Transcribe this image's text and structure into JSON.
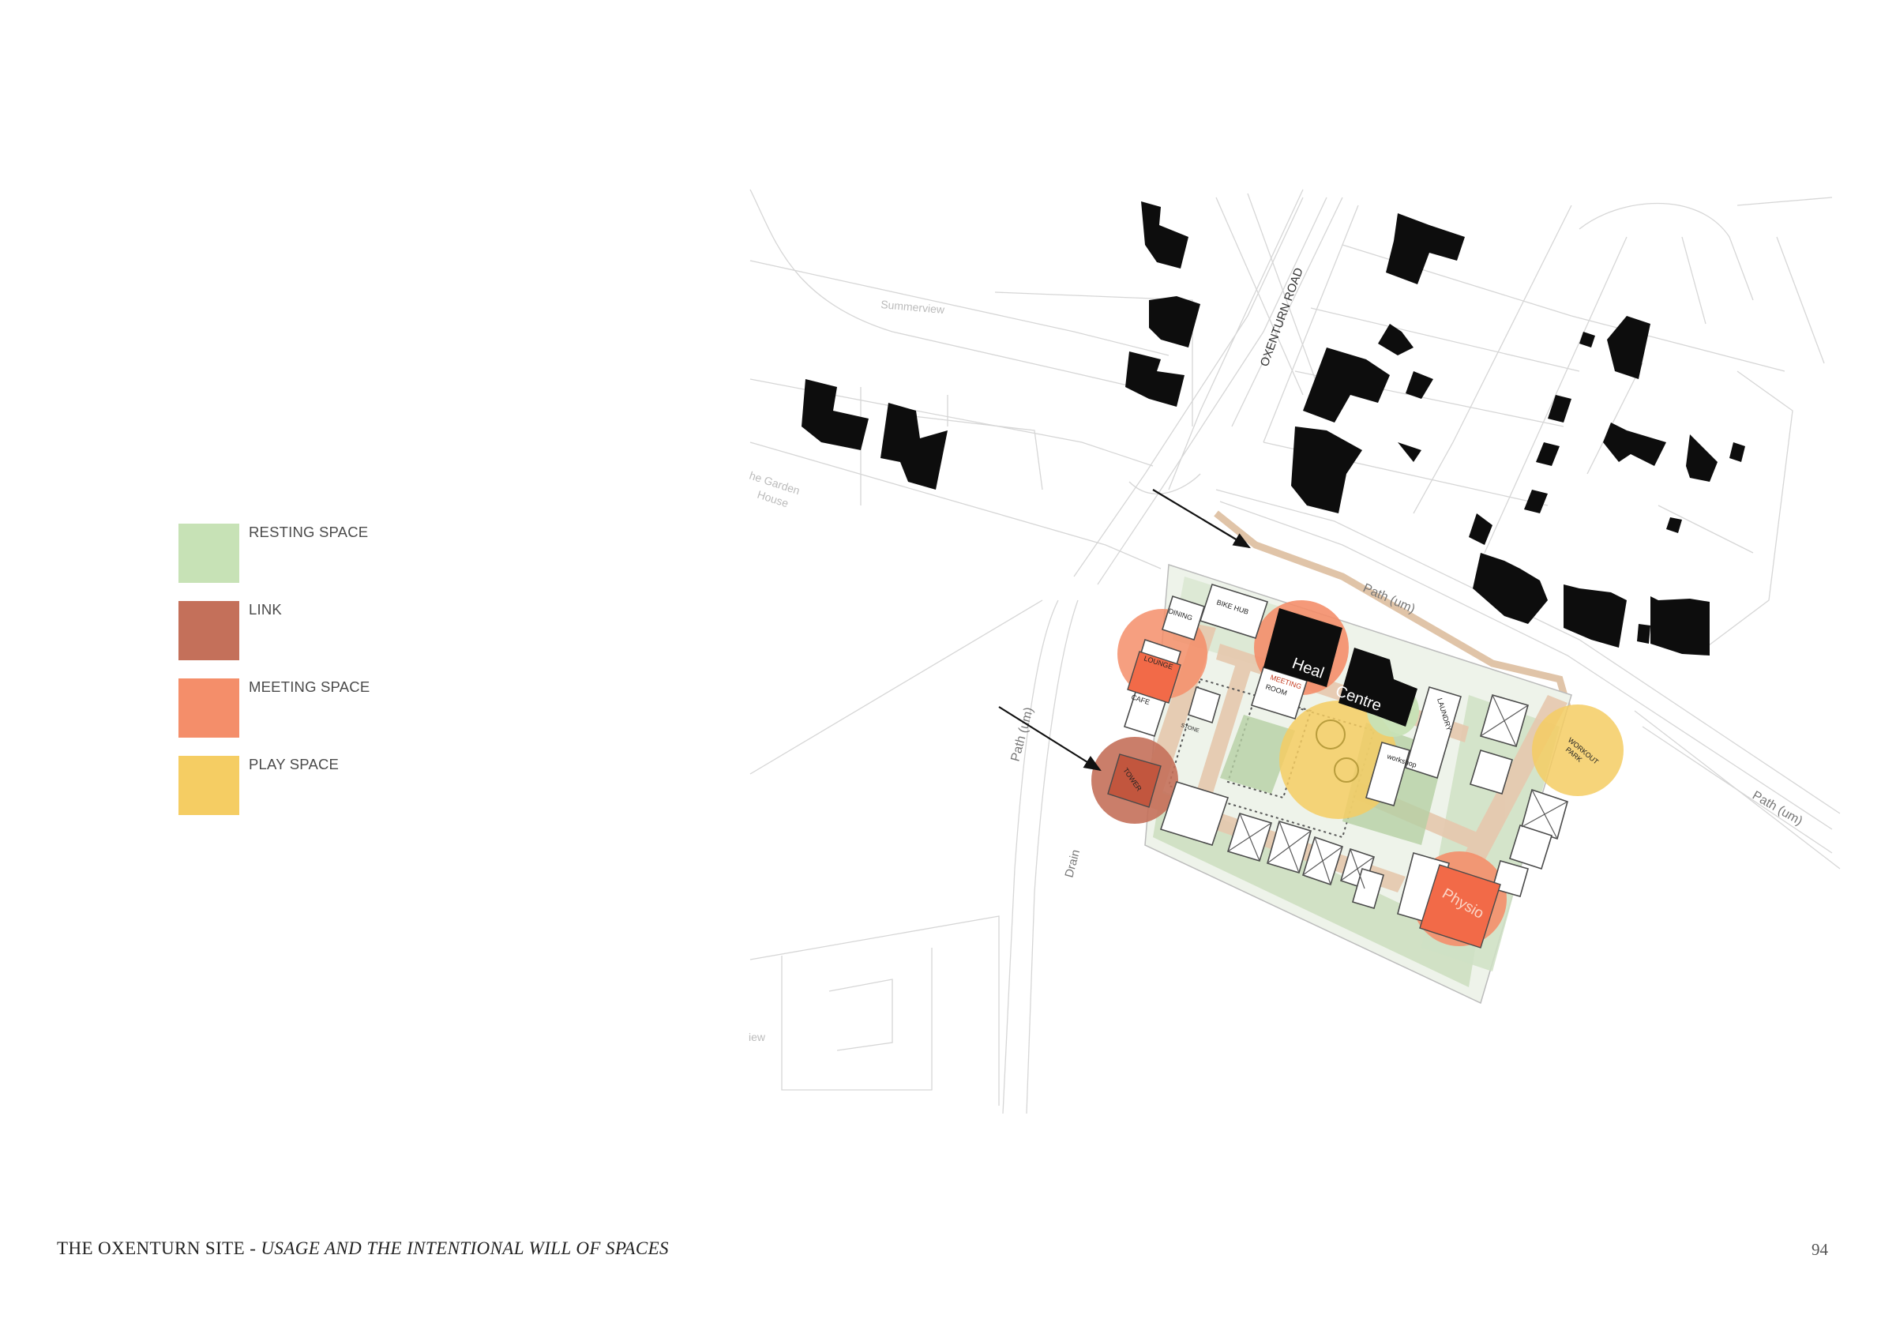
{
  "legend": {
    "items": [
      {
        "label": "RESTING SPACE",
        "color": "#c7e2b6"
      },
      {
        "label": "LINK",
        "color": "#c4705a"
      },
      {
        "label": "MEETING SPACE",
        "color": "#f48e6a"
      },
      {
        "label": "PLAY SPACE",
        "color": "#f5cd63"
      }
    ]
  },
  "map": {
    "road_labels": {
      "oxenturn_road": "OXENTURN ROAD",
      "path_um_top": "Path (um)",
      "path_um_left": "Path (um)",
      "path_um_right": "Path (um)",
      "drain": "Drain"
    },
    "place_labels": {
      "summerview": "Summerview",
      "garden_house_1": "he Garden",
      "garden_house_2": "House",
      "view": "iew"
    },
    "building_labels": {
      "dining": "DINING",
      "bike_hub": "BIKE HUB",
      "lounge": "LOUNGE",
      "cafe": "CAFE",
      "meeting_room_1": "MEETING",
      "meeting_room_2": "ROOM",
      "health_centre_1": "Heal",
      "health_centre_2": "Centre",
      "laundry": "LAUNDRY",
      "workshop": "workshop",
      "tower": "TOWER",
      "workout_park_1": "WORKOUT",
      "workout_park_2": "PARK",
      "physio": "Physio",
      "stone": "STONE"
    }
  },
  "footer": {
    "title_part1": "THE OXENTURN SITE -",
    "title_part2": "USAGE AND THE INTENTIONAL WILL OF SPACES",
    "page_number": "94"
  }
}
